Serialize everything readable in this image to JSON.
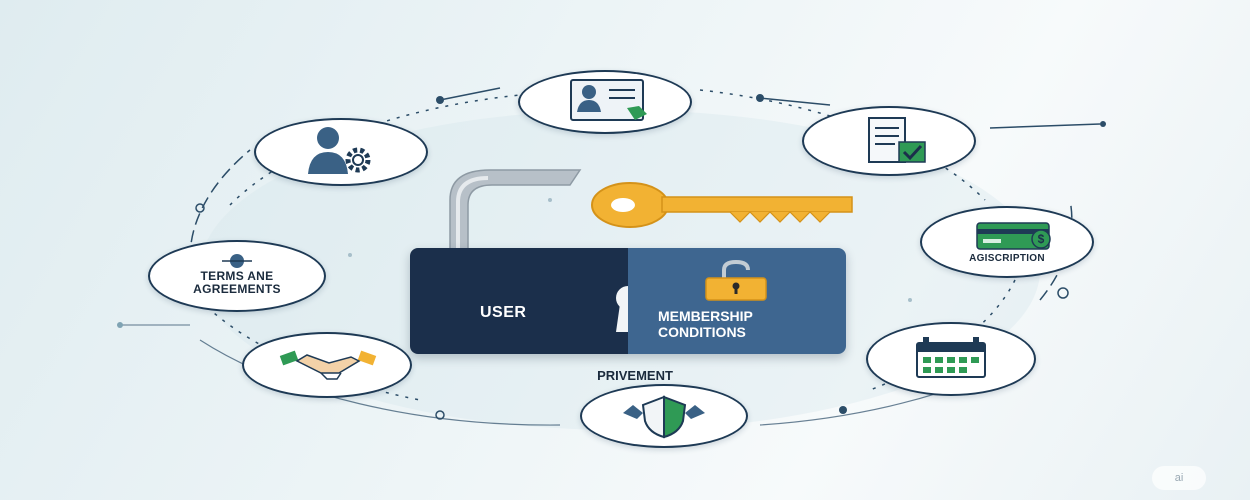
{
  "center": {
    "left_label": "USER",
    "right_label_line1": "MEMBERSHIP",
    "right_label_line2": "CONDITIONS",
    "under_label": "PRIVEMENT"
  },
  "nodes": {
    "terms_line1": "TERMS ANE",
    "terms_line2": "AGREEMENTS",
    "subscription": "AGISCRIPTION"
  },
  "colors": {
    "navy": "#1b2f4b",
    "steel_blue": "#3e6690",
    "key_gold": "#f2b233",
    "accent_green": "#2f9a55"
  },
  "watermark": "ai"
}
